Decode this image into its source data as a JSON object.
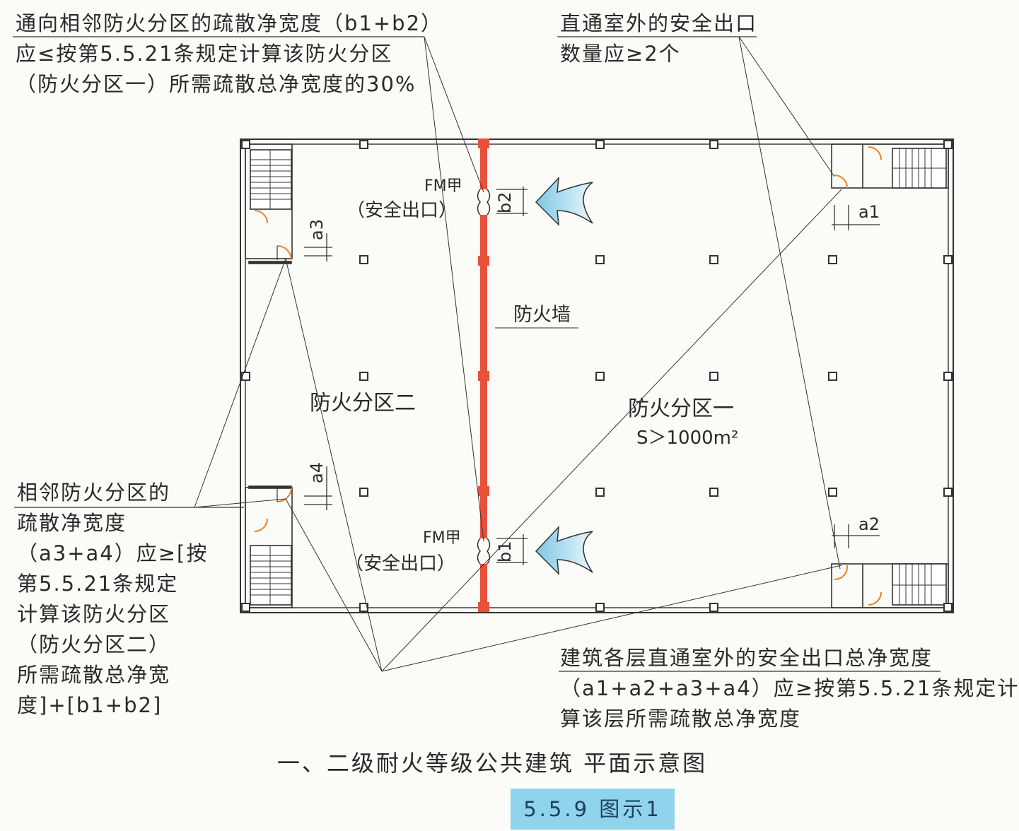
{
  "notes": {
    "top_left": [
      "通向相邻防火分区的疏散净宽度（b1+b2）",
      "应≤按第5.5.21条规定计算该防火分区",
      "（防火分区一）所需疏散总净宽度的30%"
    ],
    "top_right": [
      "直通室外的安全出口",
      "数量应≥2个"
    ],
    "bottom_left": [
      "相邻防火分区的",
      "疏散净宽度",
      "（a3+a4）应≥[按",
      "第5.5.21条规定",
      "计算该防火分区",
      "（防火分区二）",
      "所需疏散总净宽",
      "度]+[b1+b2]"
    ],
    "bottom_right": [
      "建筑各层直通室外的安全出口总净宽度",
      "（a1+a2+a3+a4）应≥按第5.5.21条规定计",
      "算该层所需疏散总净宽度"
    ]
  },
  "plan": {
    "door_top_code": "FM甲",
    "door_top_label": "（安全出口）",
    "door_bottom_code": "FM甲",
    "door_bottom_label": "（安全出口）",
    "firewall_label": "防火墙",
    "zone_two_label": "防火分区二",
    "zone_one_label": "防火分区一",
    "zone_one_area": "S＞1000m²",
    "dim_a1": "a1",
    "dim_a2": "a2",
    "dim_a3": "a3",
    "dim_a4": "a4",
    "dim_b1": "b1",
    "dim_b2": "b2"
  },
  "caption": "一、二级耐火等级公共建筑 平面示意图",
  "figure_number": "5.5.9 图示1",
  "colors": {
    "firewall": "#e8503c",
    "door": "#f08020",
    "arrow": "#7ec8e6",
    "badge": "#8fd3ec"
  }
}
